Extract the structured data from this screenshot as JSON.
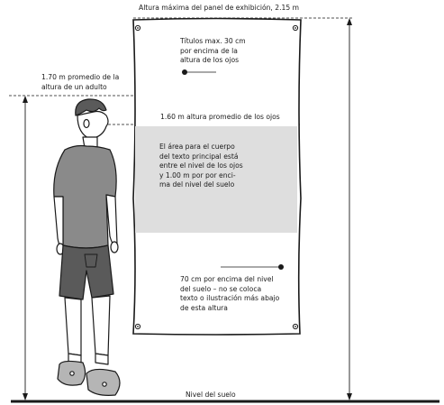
{
  "labels": {
    "max_height": "Altura máxima del panel de exhibición, 2.15 m",
    "adult_height": "1.70 m promedio de la altura de un adulto",
    "titles": "Títulos max. 30 cm por encima de la altura de los ojos",
    "eye_height": "1.60 m altura promedio de los ojos",
    "body_area": "El área para el cuerpo del texto principal está entre el nivel de los ojos y 1.00 m por por enci- ma del nivel del suelo",
    "floor_offset": "70 cm por encima del nivel del suelo – no se coloca texto o ilustración más abajo de esta altura",
    "floor": "Nivel del suelo"
  },
  "colors": {
    "ink": "#1a1a1a",
    "body_area_fill": "#dedede",
    "shirt": "#8a8a8a",
    "shorts": "#5a5a5a",
    "shoes": "#b5b5b5"
  }
}
